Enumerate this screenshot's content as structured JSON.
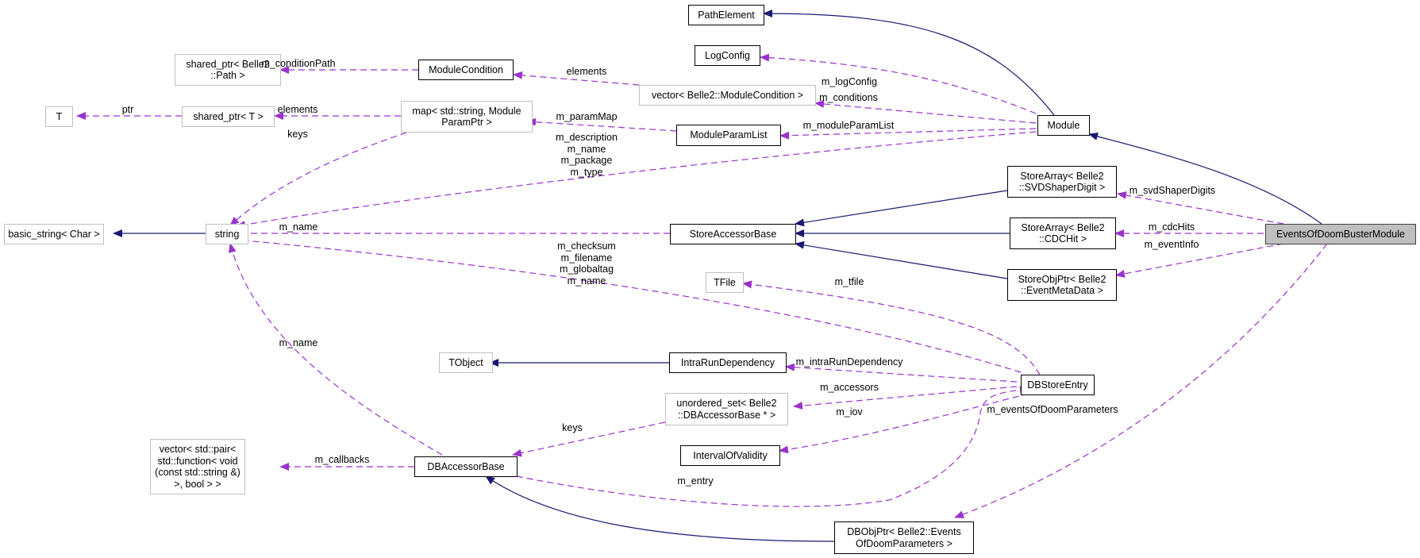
{
  "title": "EventsOfDoomBusterModule collaboration graph",
  "colors": {
    "inheritance_edge": "#191970",
    "usage_edge": "#9a32cd",
    "focus_fill": "#bfbfbf",
    "documented_border": "#000000",
    "undocumented_border": "#bfbfbf"
  },
  "nodes": {
    "events_of_doom_buster_module": "EventsOfDoomBusterModule",
    "module": "Module",
    "path_element": "PathElement",
    "log_config": "LogConfig",
    "vector_module_condition": "vector< Belle2::ModuleCondition >",
    "module_condition": "ModuleCondition",
    "shared_ptr_path": "shared_ptr< Belle2\n::Path >",
    "module_param_list": "ModuleParamList",
    "map_string_param": "map< std::string, Module\nParamPtr >",
    "shared_ptr_t": "shared_ptr< T >",
    "t": "T",
    "string": "string",
    "basic_string": "basic_string< Char >",
    "store_array_svd": "StoreArray< Belle2\n::SVDShaperDigit >",
    "store_array_cdc": "StoreArray< Belle2\n::CDCHit >",
    "store_obj_ptr_event": "StoreObjPtr< Belle2\n::EventMetaData >",
    "store_accessor_base": "StoreAccessorBase",
    "tfile": "TFile",
    "tobject": "TObject",
    "intra_run_dependency": "IntraRunDependency",
    "unordered_set_accessor": "unordered_set< Belle2\n::DBAccessorBase * >",
    "interval_of_validity": "IntervalOfValidity",
    "db_store_entry": "DBStoreEntry",
    "vector_callbacks": "vector< std::pair<\nstd::function< void\n(const std::string &)\n>, bool > >",
    "db_accessor_base": "DBAccessorBase",
    "db_obj_ptr_params": "DBObjPtr< Belle2::Events\nOfDoomParameters >"
  },
  "edge_labels": {
    "m_condition_path": "m_conditionPath",
    "elements_cond": "elements",
    "ptr": "ptr",
    "elements_map": "elements",
    "keys_map": "keys",
    "m_log_config": "m_logConfig",
    "m_conditions": "m_conditions",
    "m_param_map": "m_paramMap",
    "m_module_param_list": "m_moduleParamList",
    "module_strings": "m_description\nm_name\nm_package\nm_type",
    "m_name_store": "m_name",
    "m_svd_shaper_digits": "m_svdShaperDigits",
    "m_cdc_hits": "m_cdcHits",
    "m_event_info": "m_eventInfo",
    "entry_strings": "m_checksum\nm_filename\nm_globaltag\nm_name",
    "m_tfile": "m_tfile",
    "m_name_db": "m_name",
    "m_intra_run_dependency": "m_intraRunDependency",
    "m_accessors": "m_accessors",
    "m_iov": "m_iov",
    "m_events_of_doom_parameters": "m_eventsOfDoomParameters",
    "keys_set": "keys",
    "m_callbacks": "m_callbacks",
    "m_entry": "m_entry"
  }
}
